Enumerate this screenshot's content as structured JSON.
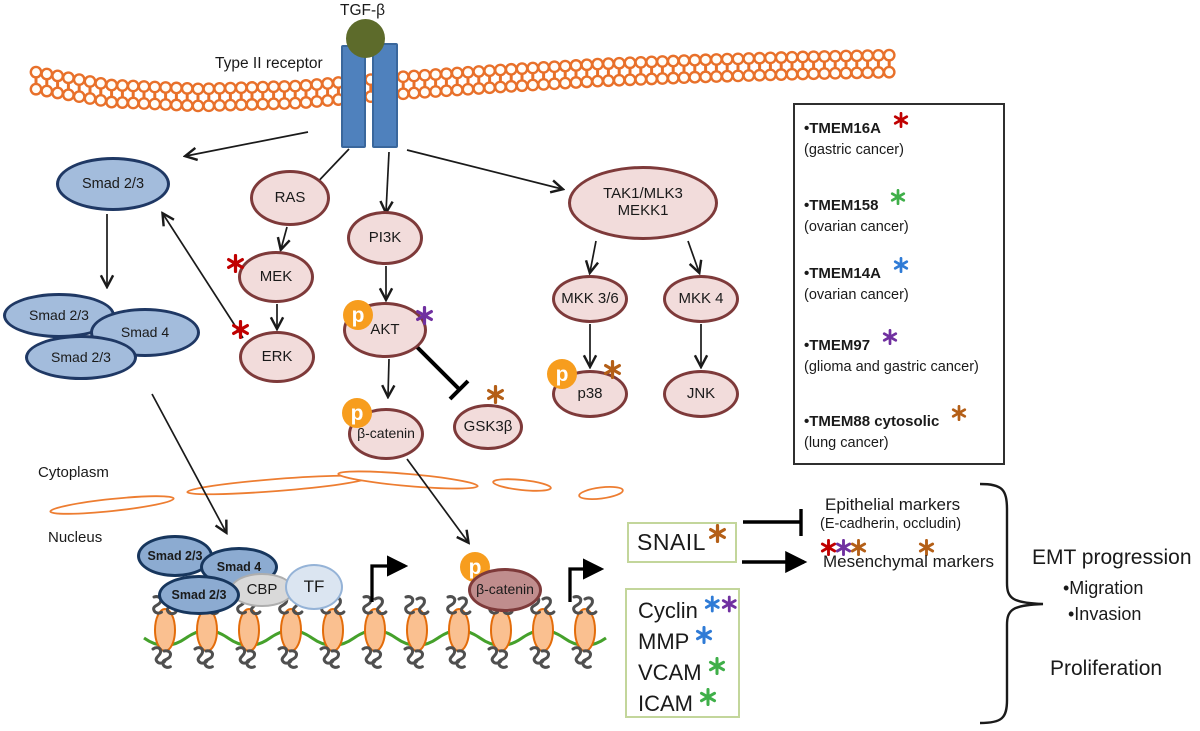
{
  "labels": {
    "tgf_beta": "TGF-β",
    "type_ii_receptor": "Type II receptor",
    "cytoplasm": "Cytoplasm",
    "nucleus": "Nucleus",
    "phospho": "p"
  },
  "nodes": {
    "smad23": "Smad 2/3",
    "smad4": "Smad 4",
    "ras": "RAS",
    "mek": "MEK",
    "erk": "ERK",
    "pi3k": "PI3K",
    "akt": "AKT",
    "beta_catenin": "β-catenin",
    "gsk3b": "GSK3β",
    "tak1_line1": "TAK1/MLK3",
    "tak1_line2": "MEKK1",
    "mkk36": "MKK 3/6",
    "mkk4": "MKK 4",
    "p38": "p38",
    "jnk": "JNK",
    "cbp": "CBP",
    "tf": "TF"
  },
  "tmem_box": {
    "items": [
      {
        "name": "•TMEM16A",
        "cancer": "(gastric cancer)",
        "asterisk_color": "red"
      },
      {
        "name": "•TMEM158",
        "cancer": "(ovarian cancer)",
        "asterisk_color": "green"
      },
      {
        "name": "•TMEM14A",
        "cancer": "(ovarian cancer)",
        "asterisk_color": "blue"
      },
      {
        "name": "•TMEM97",
        "cancer": "(glioma and gastric cancer)",
        "asterisk_color": "purple"
      },
      {
        "name": "•TMEM88 cytosolic",
        "cancer": "(lung cancer)",
        "asterisk_color": "brown"
      }
    ]
  },
  "snail": {
    "label": "SNAIL"
  },
  "markers": {
    "epithelial_title": "Epithelial markers",
    "epithelial_sub": "(E-cadherin, occludin)",
    "mesenchymal_title": "Mesenchymal markers"
  },
  "gene_box": {
    "items": [
      {
        "label": "Cyclin",
        "asterisks": [
          "blue",
          "purple"
        ]
      },
      {
        "label": "MMP",
        "asterisks": [
          "blue"
        ]
      },
      {
        "label": "VCAM",
        "asterisks": [
          "green"
        ]
      },
      {
        "label": "ICAM",
        "asterisks": [
          "green"
        ]
      }
    ]
  },
  "outcomes": {
    "emt": "EMT progression",
    "migration": "•Migration",
    "invasion": "•Invasion",
    "proliferation": "Proliferation"
  },
  "colors": {
    "asterisk_red": "#c00000",
    "asterisk_green": "#3faf49",
    "asterisk_blue": "#2f7bd6",
    "asterisk_purple": "#7030a0",
    "asterisk_brown": "#b45f17",
    "membrane_orange": "#e8702a",
    "receptor_blue": "#4f81bd",
    "tgf_ligand_olive": "#5d6b2b",
    "kinase_node_fill": "#f2dcdb",
    "kinase_node_border": "#7e3a3a",
    "smad_node_fill": "#a3bcdc",
    "smad_node_border": "#1f3864",
    "phospho_badge": "#f79d1e",
    "nuclear_beta_catenin_fill": "#c08d8d",
    "green_box_border": "#c3d69b",
    "dna_green": "#45a12b",
    "nucleosome_orange_fill": "#fac090",
    "nucleosome_orange_border": "#e36c0a"
  }
}
